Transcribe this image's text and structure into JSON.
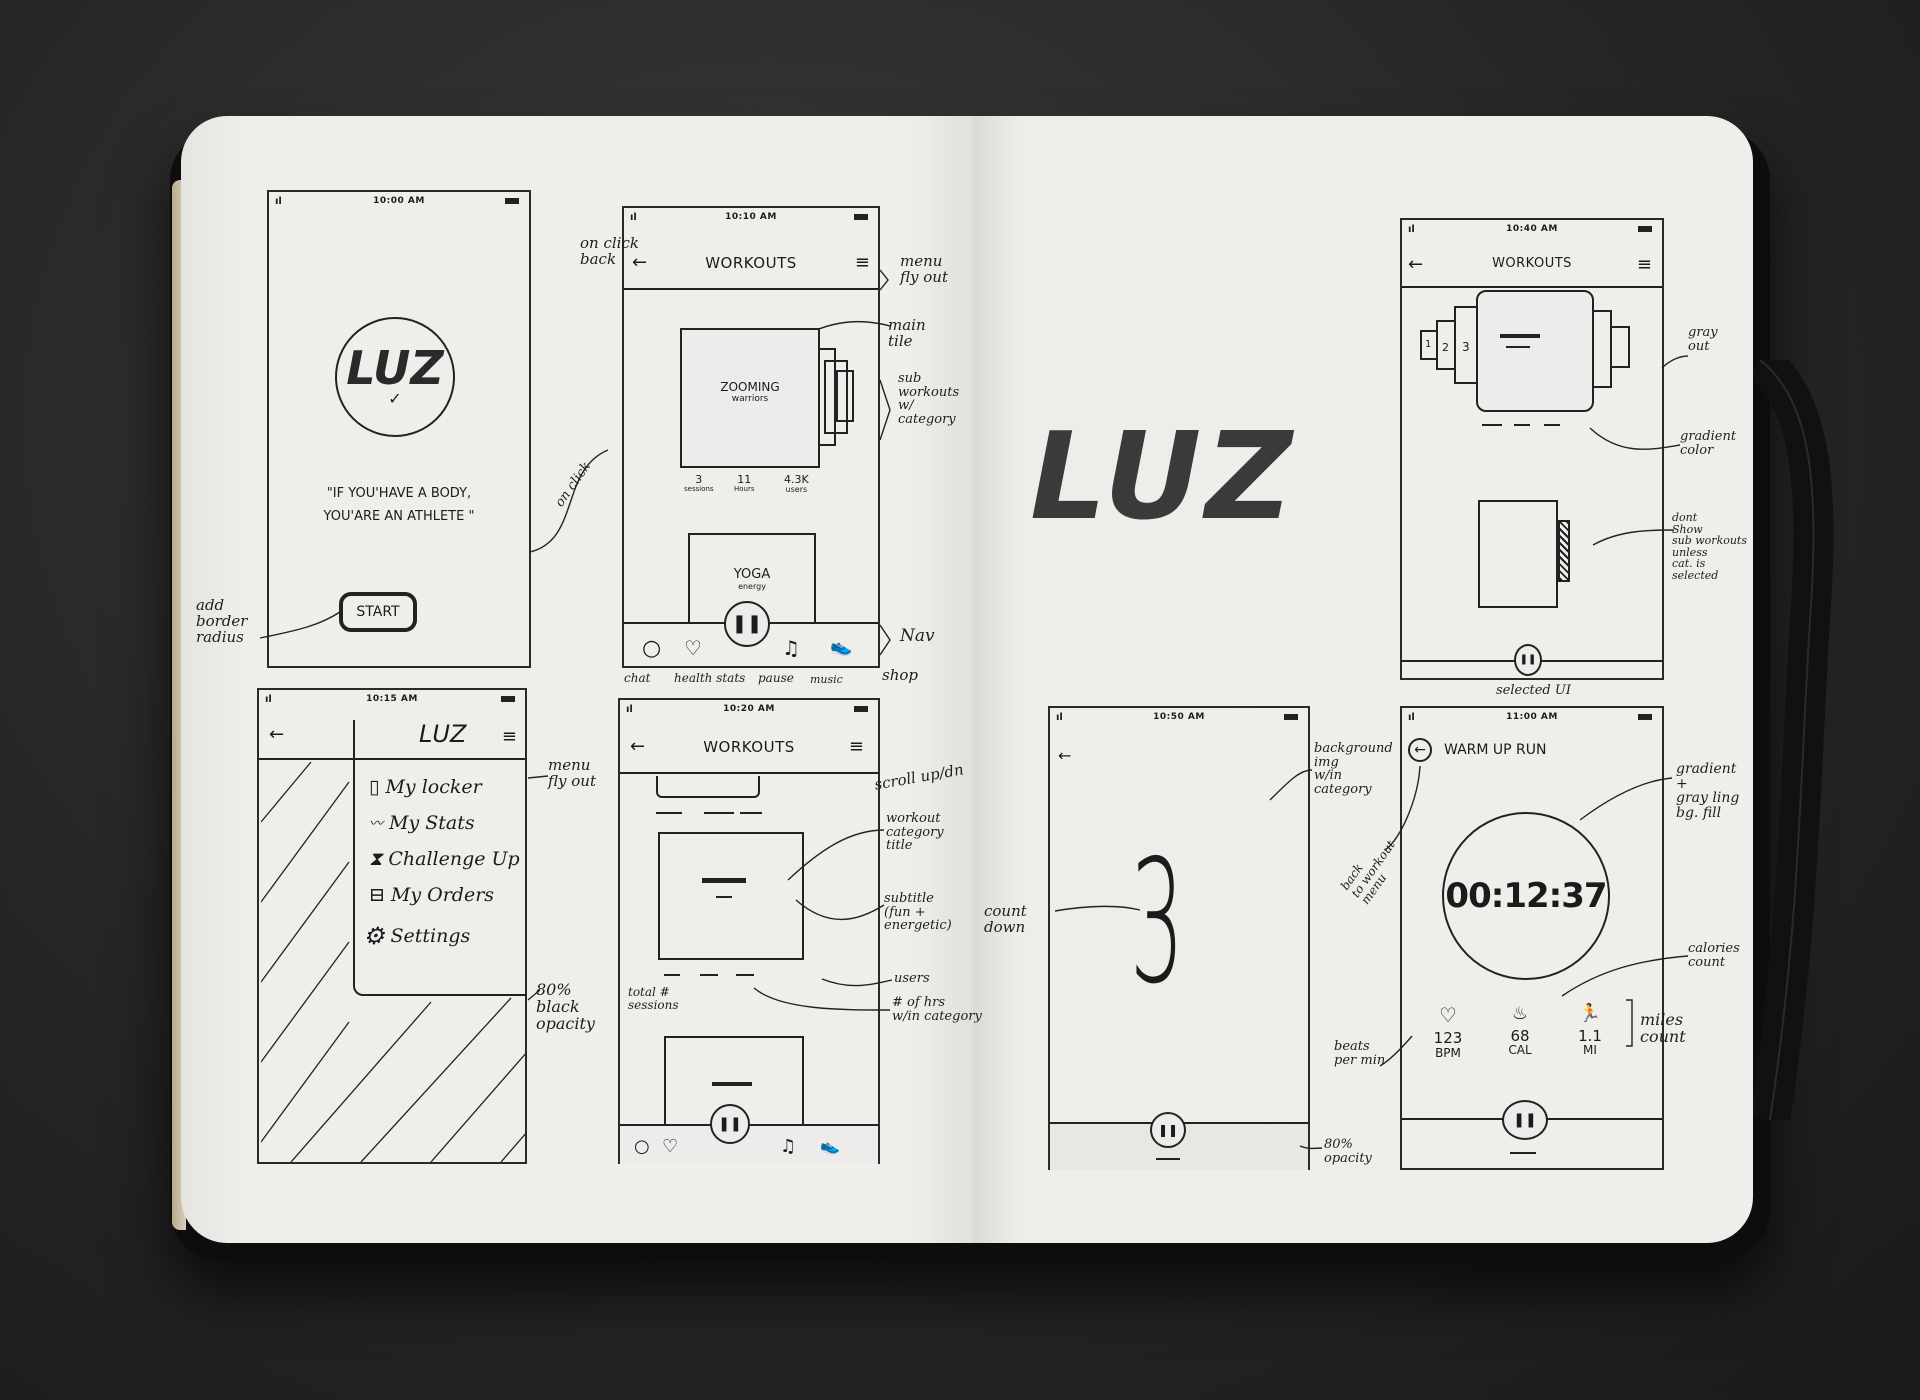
{
  "colors": {
    "background": "#262626",
    "paper": "#edecea",
    "ink": "#1b1b1b"
  },
  "splash": {
    "time": "10:00 AM",
    "logo": "LUZ",
    "quote_line1": "\"IF YOU'HAVE A BODY,",
    "quote_line2": "YOU'ARE AN ATHLETE \"",
    "start_label": "START"
  },
  "workouts_a": {
    "time": "10:10 AM",
    "title": "WORKOUTS",
    "main_tile_title": "ZOOMING",
    "main_tile_subtitle": "warriors",
    "stats": [
      {
        "value": "3",
        "label": "sessions"
      },
      {
        "value": "11",
        "label": "Hours"
      },
      {
        "value": "4.3K",
        "label": "users"
      }
    ],
    "second_tile_title": "YOGA",
    "second_tile_subtitle": "energy",
    "nav_labels": [
      "chat",
      "health stats",
      "pause",
      "music",
      "shop"
    ]
  },
  "menu": {
    "time": "10:15 AM",
    "title": "LUZ",
    "items": [
      {
        "label": "My locker",
        "icon": "locker-icon"
      },
      {
        "label": "My Stats",
        "icon": "stats-icon"
      },
      {
        "label": "Challenge Up",
        "icon": "hourglass-icon"
      },
      {
        "label": "My Orders",
        "icon": "orders-icon"
      },
      {
        "label": "Settings",
        "icon": "gear-icon"
      }
    ]
  },
  "workouts_b": {
    "time": "10:20 AM",
    "title": "WORKOUTS"
  },
  "workouts_c": {
    "time": "10:40 AM",
    "title": "WORKOUTS",
    "sub_numbers": [
      "1",
      "2",
      "3"
    ]
  },
  "brand": {
    "logo": "LUZ"
  },
  "countdown": {
    "time": "10:50 AM",
    "number": "3"
  },
  "warmup": {
    "time": "11:00 AM",
    "title": "WARM UP RUN",
    "timer": "00:12:37",
    "stats": [
      {
        "value": "123",
        "unit": "BPM",
        "icon": "heart-icon"
      },
      {
        "value": "68",
        "unit": "CAL",
        "icon": "flame-icon"
      },
      {
        "value": "1.1",
        "unit": "MI",
        "icon": "runner-icon"
      }
    ]
  },
  "annotations": {
    "onclick_back": "on click\nback",
    "menu_flyout_1": "menu\nfly out",
    "main_tile": "main\ntile",
    "sub_workouts": "sub\nworkouts\nw/\ncategory",
    "on_click": "on click",
    "add_border_radius": "add\nborder\nradius",
    "nav": "Nav",
    "menu_flyout_2": "menu\nfly out",
    "black_opacity": "80%\nblack\nopacity",
    "scroll": "scroll up/dn",
    "category_title": "workout\ncategory\ntitle",
    "subtitle": "subtitle\n(fun +\nenergetic)",
    "users": "users",
    "hrs": "# of hrs\nw/in category",
    "sessions": "total #\nsessions",
    "gray_out": "gray\nout",
    "gradient_color": "gradient\ncolor",
    "dont_show": "dont\nShow\nsub workouts\nunless\ncat. is\nselected",
    "selected_ui": "selected UI",
    "background_img": "background\nimg\nw/in\ncategory",
    "back_to_menu": "back\nto workout\nmenu",
    "count_down": "count\ndown",
    "opacity_80": "80%\nopacity",
    "gradient_fill": "gradient\n+\ngray ling\nbg. fill",
    "calories": "calories\ncount",
    "miles": "miles\ncount",
    "bpm": "beats\nper min"
  }
}
